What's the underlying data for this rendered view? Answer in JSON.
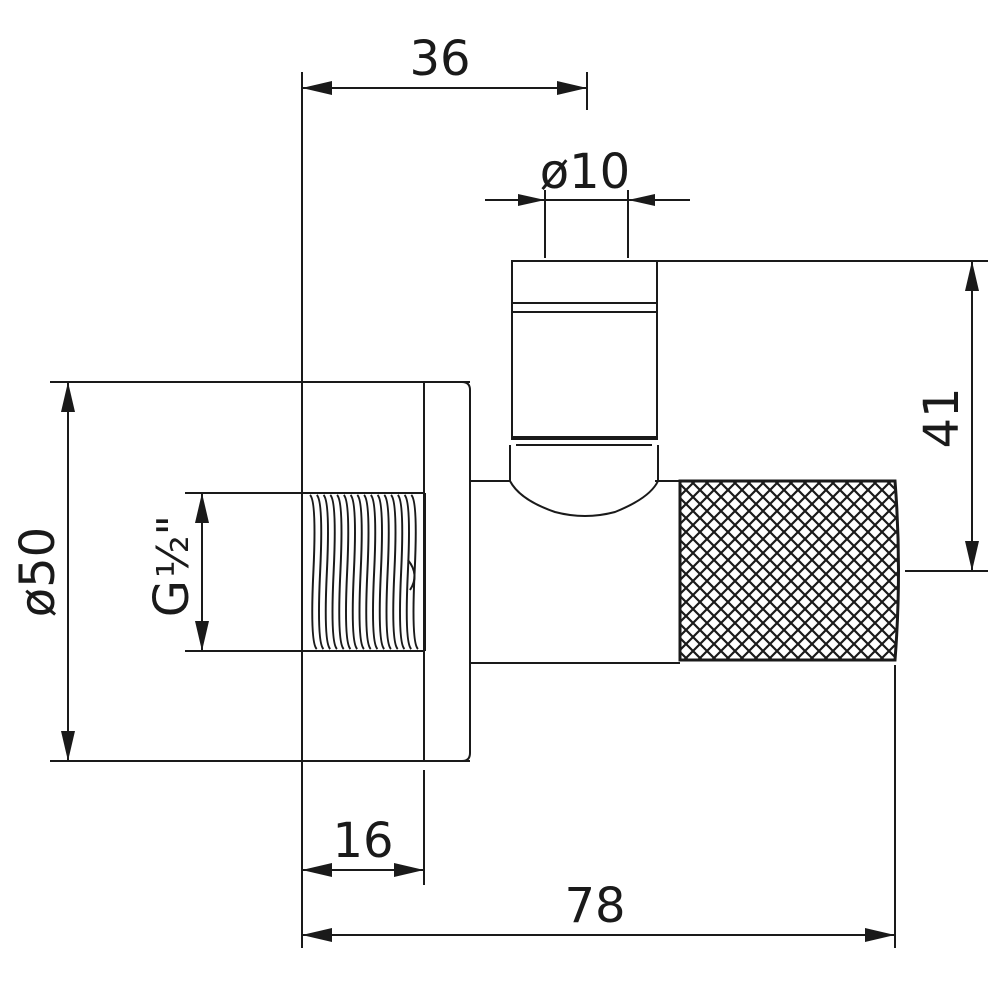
{
  "dimensions": {
    "depth_to_valve_axis": "36",
    "spindle_diameter": "ø10",
    "valve_height": "41",
    "rosette_diameter": "ø50",
    "thread_size_letter": "G",
    "thread_size_fraction": "½\"",
    "thread_length": "16",
    "overall_length": "78"
  },
  "colors": {
    "line": "#1a1a1a",
    "background": "#ffffff"
  }
}
